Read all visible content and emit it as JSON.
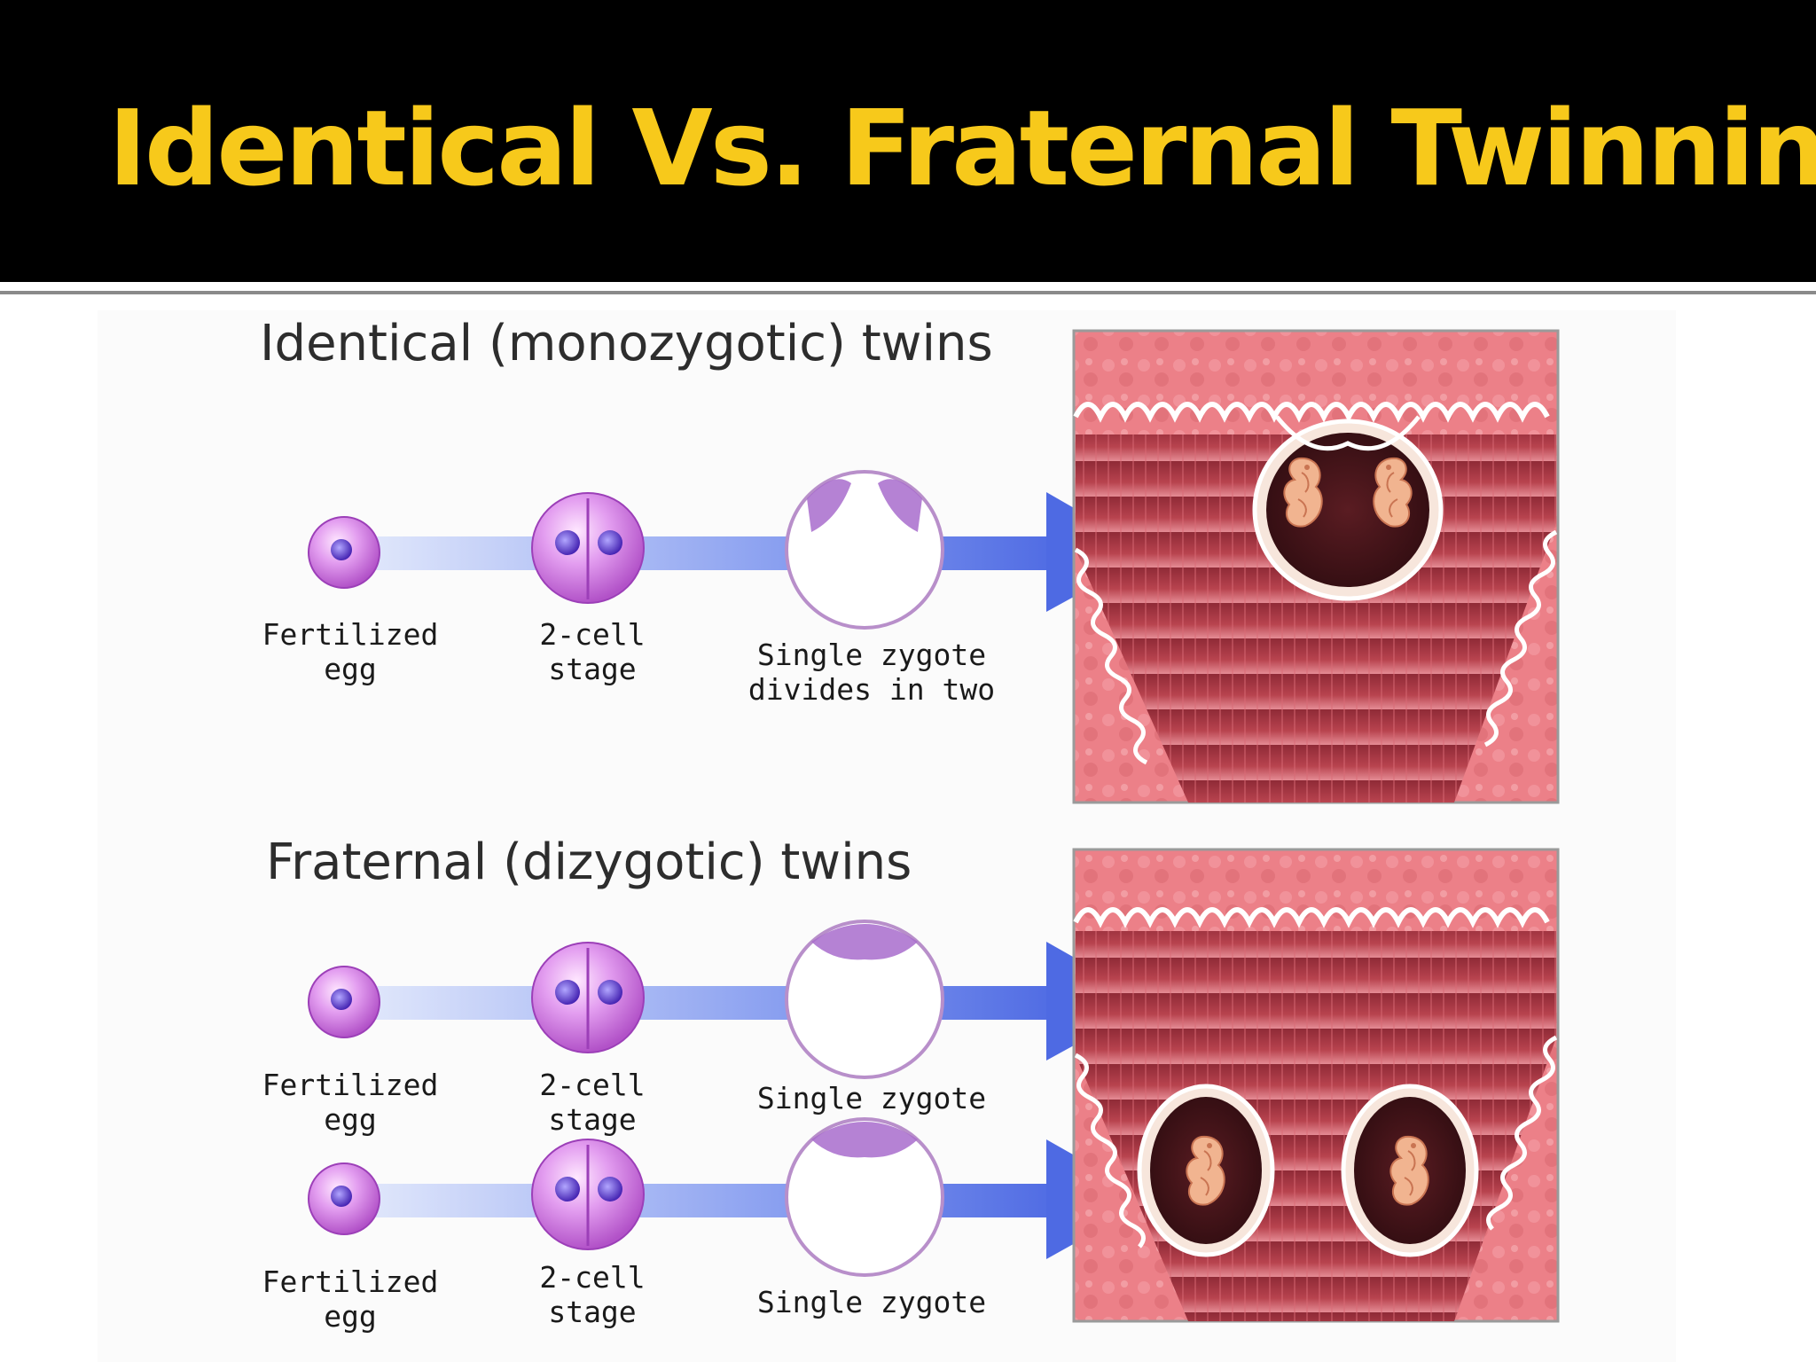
{
  "slide": {
    "title": "Identical Vs. Fraternal Twinning",
    "title_color": "#f7c91b",
    "header_color": "#000000"
  },
  "identical": {
    "heading": "Identical (monozygotic) twins",
    "labels": {
      "egg_1": "Fertilized",
      "egg_2": "egg",
      "two_cell_1": "2-cell",
      "two_cell_2": "stage",
      "zygote_1": "Single zygote",
      "zygote_2": "divides in two"
    }
  },
  "fraternal": {
    "heading": "Fraternal (dizygotic) twins",
    "labels": {
      "egg_1": "Fertilized",
      "egg_2": "egg",
      "two_cell_1": "2-cell",
      "two_cell_2": "stage",
      "zygote": "Single zygote"
    }
  },
  "colors": {
    "arrow": "#5a78e6",
    "cell": "#c86cd8",
    "nucleus": "#6a35c8",
    "uterus_wall": "#e87a82",
    "uterus_cavity": "#a6333f"
  }
}
